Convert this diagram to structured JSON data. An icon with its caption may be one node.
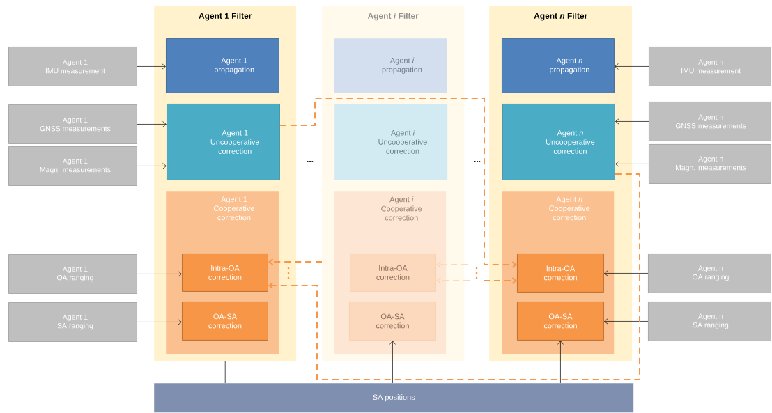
{
  "diagram": {
    "nodes": [
      {
        "text": [
          "Agent 1 Filter"
        ]
      },
      {
        "text": [
          "Agent 1 propagation"
        ],
        "in": 0
      },
      {
        "text": [
          "Agent 1 Uncooperative correction"
        ],
        "in": 0
      },
      {
        "text": [
          "Agent 1 Cooperative correction"
        ],
        "in": 0
      },
      {
        "text": [
          "Intra-OA correction"
        ],
        "in": 3
      },
      {
        "text": [
          "OA-SA correction"
        ],
        "in": 3
      },
      {
        "text": [
          "Agent *i* Filter"
        ]
      },
      {
        "text": [
          "Agent *i* propagation"
        ],
        "in": 6
      },
      {
        "text": [
          "Agent *i* Uncooperative correction"
        ],
        "in": 6
      },
      {
        "text": [
          "Agent *i* Cooperative correction"
        ],
        "in": 6
      },
      {
        "text": [
          "Intra-OA correction"
        ],
        "in": 9
      },
      {
        "text": [
          "OA-SA correction"
        ],
        "in": 9
      },
      {
        "text": [
          "Agent *n* Filter"
        ]
      },
      {
        "text": [
          "Agent *n* propagation"
        ],
        "in": 12
      },
      {
        "text": [
          "Agent *n* Uncooperative correction"
        ],
        "in": 12
      },
      {
        "text": [
          "Agent *n* Cooperative correction"
        ],
        "in": 12
      },
      {
        "text": [
          "Intra-OA correction"
        ],
        "in": 15
      },
      {
        "text": [
          "OA-SA correction"
        ],
        "in": 15
      },
      {
        "text": [
          "Agent 1 IMU measurement"
        ]
      },
      {
        "text": [
          "Agent 1 GNSS measurements"
        ]
      },
      {
        "text": [
          "Agent 1 Magn. measurements"
        ]
      },
      {
        "text": [
          "Agent 1 OA ranging"
        ]
      },
      {
        "text": [
          "Agent 1 SA ranging"
        ]
      },
      {
        "text": [
          "Agent n IMU measurement"
        ]
      },
      {
        "text": [
          "Agent n GNSS measurements"
        ]
      },
      {
        "text": [
          "Agent n Magn. measurements"
        ]
      },
      {
        "text": [
          "Agent n OA ranging"
        ]
      },
      {
        "text": [
          "Agent n SA ranging"
        ]
      },
      {
        "text": [
          "SA positions"
        ]
      }
    ],
    "edges": [
      {
        "from": 18,
        "to": 1,
        "arrow": "to"
      },
      {
        "from": 19,
        "to": 2,
        "arrow": "to"
      },
      {
        "from": 20,
        "to": 2,
        "arrow": "to"
      },
      {
        "from": 21,
        "to": 4,
        "arrow": "to"
      },
      {
        "from": 22,
        "to": 5,
        "arrow": "to"
      },
      {
        "from": 23,
        "to": 13,
        "arrow": "to"
      },
      {
        "from": 24,
        "to": 14,
        "arrow": "to"
      },
      {
        "from": 25,
        "to": 14,
        "arrow": "to"
      },
      {
        "from": 26,
        "to": 16,
        "arrow": "to"
      },
      {
        "from": 27,
        "to": 17,
        "arrow": "to"
      },
      {
        "from": 0,
        "to": 28,
        "arrow": "none"
      },
      {
        "from": 28,
        "to": 11,
        "arrow": "to"
      },
      {
        "from": 28,
        "to": 17,
        "arrow": "to"
      },
      {
        "from": 2,
        "to": 16,
        "arrow": "to",
        "style": "dashed",
        "color": "#f79646"
      },
      {
        "from": 14,
        "to": 4,
        "arrow": "to",
        "style": "dashed",
        "color": "#f79646"
      },
      {
        "from": 6,
        "to": 4,
        "arrow": "to",
        "style": "dashed",
        "color": "#f79646"
      },
      {
        "from": null,
        "to": 16,
        "arrow": "to",
        "style": "dashed",
        "color": "#f79646"
      },
      {
        "from": null,
        "to": 10,
        "arrow": "to",
        "style": "dashed",
        "color": "#fcd9bd"
      },
      {
        "from": null,
        "to": 10,
        "arrow": "to",
        "style": "dashed",
        "color": "#fcd9bd"
      }
    ],
    "labels": [
      "...",
      "..."
    ]
  }
}
